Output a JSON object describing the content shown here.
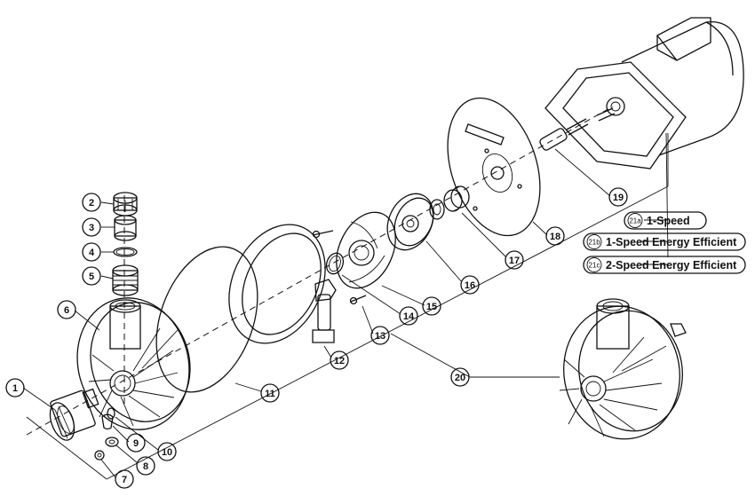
{
  "diagram": {
    "callouts": [
      {
        "id": "1",
        "text": "1"
      },
      {
        "id": "2",
        "text": "2"
      },
      {
        "id": "3",
        "text": "3"
      },
      {
        "id": "4",
        "text": "4"
      },
      {
        "id": "5",
        "text": "5"
      },
      {
        "id": "6",
        "text": "6"
      },
      {
        "id": "7",
        "text": "7"
      },
      {
        "id": "8",
        "text": "8"
      },
      {
        "id": "9",
        "text": "9"
      },
      {
        "id": "10",
        "text": "10"
      },
      {
        "id": "11",
        "text": "11"
      },
      {
        "id": "12",
        "text": "12"
      },
      {
        "id": "13",
        "text": "13"
      },
      {
        "id": "14",
        "text": "14"
      },
      {
        "id": "15",
        "text": "15"
      },
      {
        "id": "16",
        "text": "16"
      },
      {
        "id": "17",
        "text": "17"
      },
      {
        "id": "18",
        "text": "18"
      },
      {
        "id": "19",
        "text": "19"
      },
      {
        "id": "20",
        "text": "20"
      }
    ],
    "motor_options": [
      {
        "tag": "21a",
        "label": "1-Speed"
      },
      {
        "tag": "21b",
        "label": "1-Speed Energy Efficient"
      },
      {
        "tag": "21c",
        "label": "2-Speed Energy Efficient"
      }
    ]
  }
}
